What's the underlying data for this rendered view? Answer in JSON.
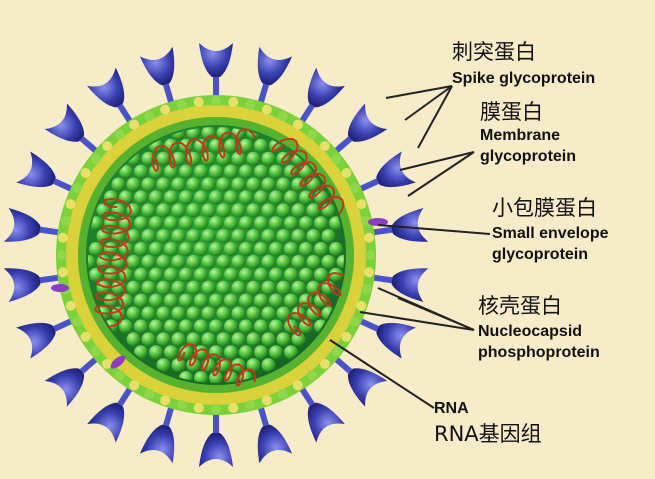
{
  "labels": {
    "spike": {
      "zh": "刺突蛋白",
      "en": "Spike glycoprotein"
    },
    "membrane": {
      "zh": "膜蛋白",
      "en_line1": "Membrane",
      "en_line2": "glycoprotein"
    },
    "envelope": {
      "zh": "小包膜蛋白",
      "en_line1": "Small envelope",
      "en_line2": "glycoprotein"
    },
    "nucleocapsid": {
      "zh": "核壳蛋白",
      "en_line1": "Nucleocapsid",
      "en_line2": "phosphoprotein"
    },
    "rna": {
      "en": "RNA",
      "zh": "RNA基因组"
    }
  },
  "colors": {
    "background": "#f7ecc9",
    "spike": "#3a3fb0",
    "spike_highlight": "#8a90ee",
    "envelope_outer": "#7bd13a",
    "envelope_band": "#d9d23a",
    "interior": "#2f8f2a",
    "bead": "#5fd24a",
    "rna": "#c0391b"
  }
}
